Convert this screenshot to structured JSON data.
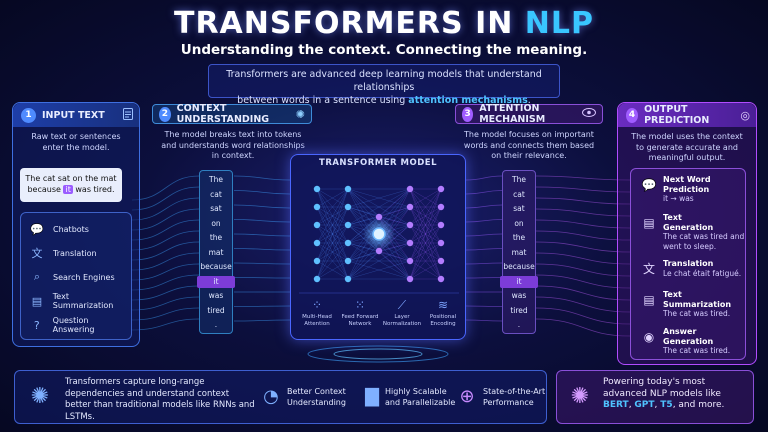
{
  "title": {
    "main": "TRANSFORMERS IN ",
    "highlight": "NLP"
  },
  "subtitle": "Understanding the context. Connecting the meaning.",
  "intro": {
    "line1": "Transformers are advanced deep learning models that understand relationships",
    "line2_prefix": "between words in a sentence using ",
    "line2_highlight": "attention mechanisms",
    "line2_suffix": "."
  },
  "steps": [
    {
      "number": "1",
      "title": "INPUT TEXT",
      "description": "Raw text or sentences enter the model."
    },
    {
      "number": "2",
      "title": "CONTEXT UNDERSTANDING",
      "description": "The model breaks text into tokens and understands word relationships in context."
    },
    {
      "number": "3",
      "title": "ATTENTION MECHANISM",
      "description": "The model focuses on important words and connects them based on their relevance."
    },
    {
      "number": "4",
      "title": "OUTPUT PREDICTION",
      "description": "The model uses the context to generate accurate and meaningful output."
    }
  ],
  "sample_sentence": {
    "before": "The cat sat on the mat because ",
    "highlight": "it",
    "after": " was tired."
  },
  "applications": [
    "Chatbots",
    "Translation",
    "Search Engines",
    "Text Summarization",
    "Question Answering"
  ],
  "tokens": [
    "The",
    "cat",
    "sat",
    "on",
    "the",
    "mat",
    "because",
    "it",
    "was",
    "tired",
    "."
  ],
  "selected_token": "it",
  "model": {
    "title": "TRANSFORMER MODEL",
    "components": [
      {
        "label_line1": "Multi-Head",
        "label_line2": "Attention"
      },
      {
        "label_line1": "Feed Forward",
        "label_line2": "Network"
      },
      {
        "label_line1": "Layer",
        "label_line2": "Normalization"
      },
      {
        "label_line1": "Positional",
        "label_line2": "Encoding"
      }
    ]
  },
  "outputs": [
    {
      "title": "Next Word Prediction",
      "text": "it → was",
      "icon": "chat-icon"
    },
    {
      "title": "Text Generation",
      "text": "The cat was tired and went to sleep.",
      "icon": "document-icon"
    },
    {
      "title": "Translation",
      "text": "Le chat était fatigué.",
      "icon": "translate-icon"
    },
    {
      "title": "Text Summarization",
      "text": "The cat was tired.",
      "icon": "document-icon"
    },
    {
      "title": "Answer Generation",
      "text": "The cat was tired.",
      "icon": "check-circle-icon"
    }
  ],
  "bottom": {
    "summary": "Transformers capture long-range dependencies and understand context better than traditional models like RNNs and LSTMs.",
    "features": [
      {
        "line1": "Better Context",
        "line2": "Understanding",
        "icon": "gauge-icon"
      },
      {
        "line1": "Highly Scalable",
        "line2": "and Parallelizable",
        "icon": "bar-chart-icon"
      },
      {
        "line1": "State-of-the-Art",
        "line2": "Performance",
        "icon": "target-icon"
      }
    ],
    "powering": {
      "prefix": "Powering today's most advanced NLP models like ",
      "m1": "BERT",
      "m2": "GPT",
      "m3": "T5",
      "suffix": ", and more."
    }
  },
  "colors": {
    "accent_blue": "#39c6ff",
    "accent_purple": "#a05cff",
    "background": "#0c0f3d"
  }
}
